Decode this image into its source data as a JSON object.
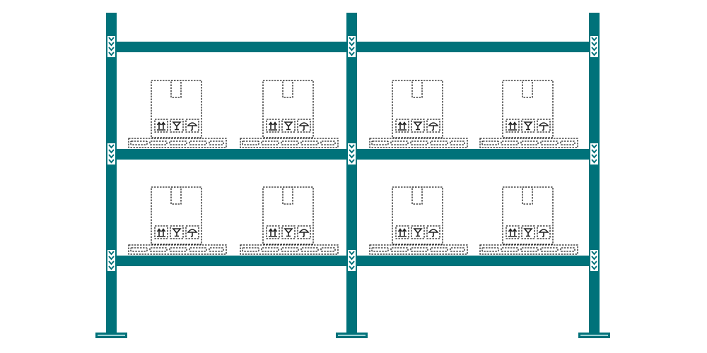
{
  "diagram": {
    "subject": "pallet-racking",
    "bays": 2,
    "levels": 2,
    "pallets_per_bay_level": 2,
    "colors": {
      "frame": "#00727a",
      "frame_light": "#ffffff",
      "outline": "#222222",
      "background": "#ffffff"
    },
    "box_icons": [
      "this-way-up-icon",
      "fragile-glass-icon",
      "keep-dry-umbrella-icon"
    ]
  }
}
